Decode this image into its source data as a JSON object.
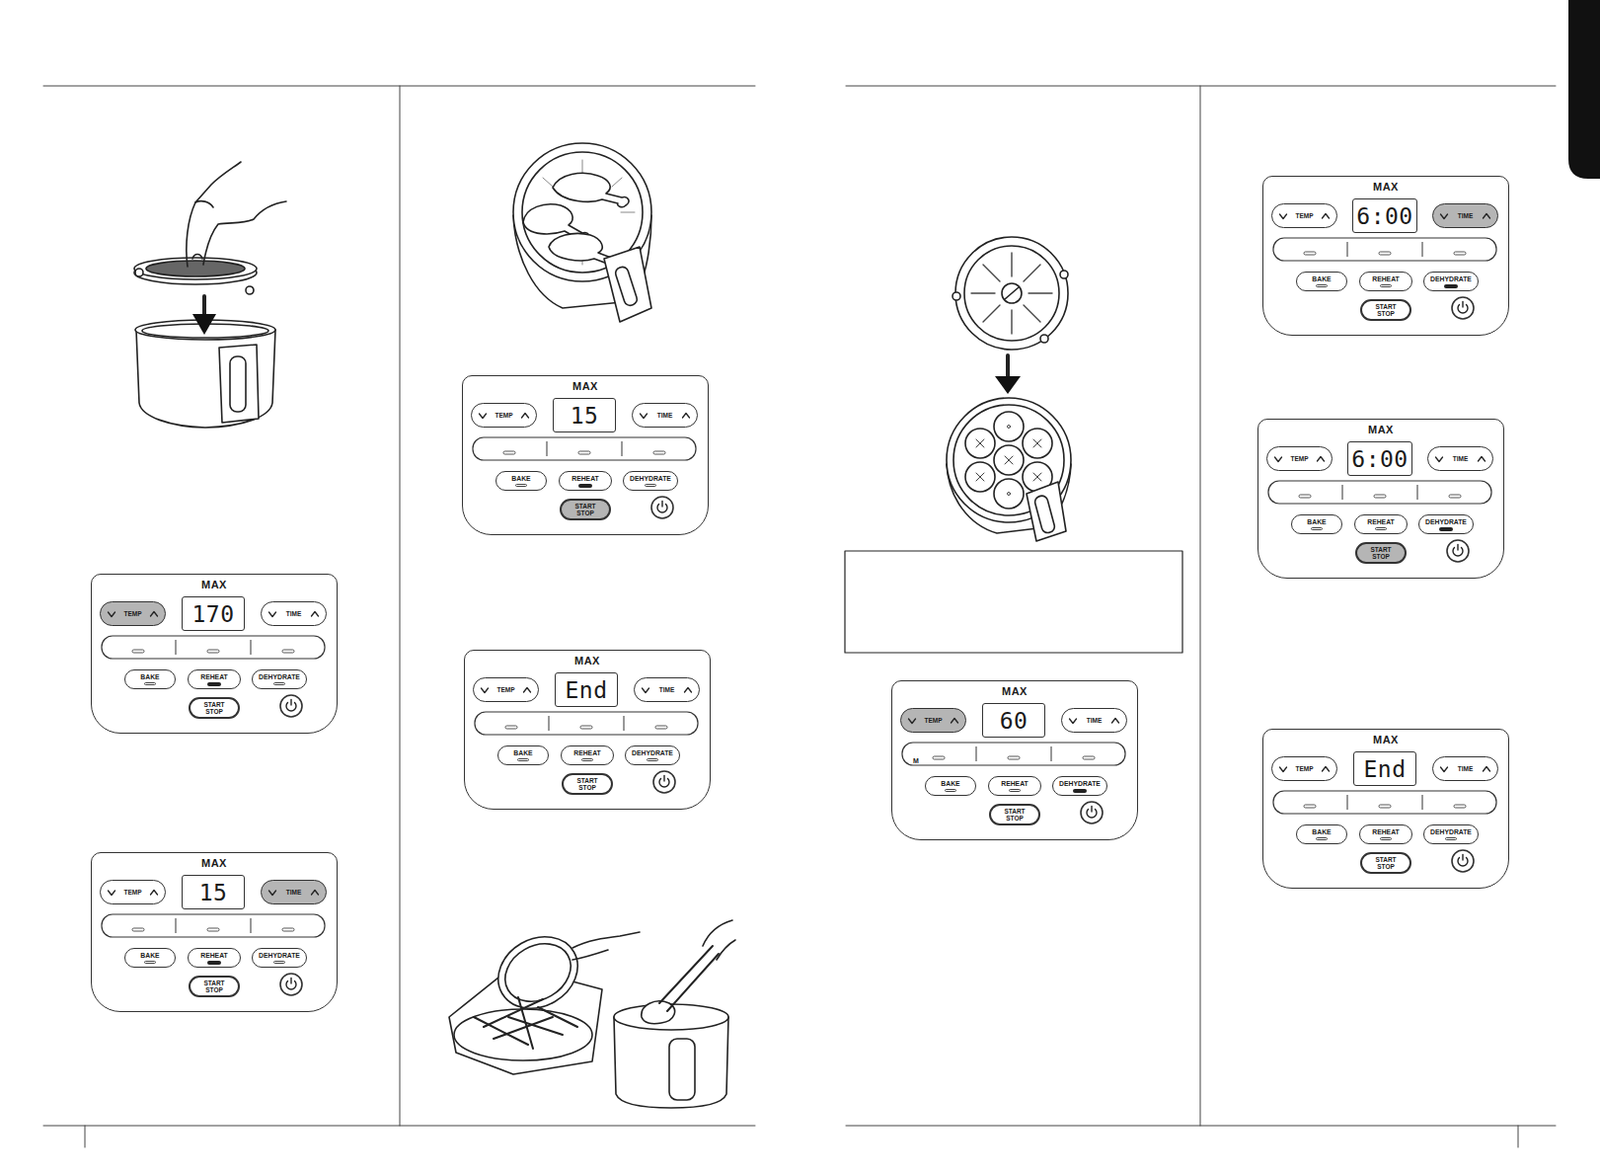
{
  "diagram": {
    "nodes": [
      {
        "text": [
          "MAX"
        ]
      },
      {
        "text": [
          "TEMP"
        ],
        "in": 0
      },
      {
        "text": [
          "170"
        ],
        "in": 0
      },
      {
        "text": [
          "TIME"
        ],
        "in": 0
      },
      {
        "text": [
          "BAKE"
        ],
        "in": 0
      },
      {
        "text": [
          "REHEAT"
        ],
        "in": 0
      },
      {
        "text": [
          "DEHYDRATE"
        ],
        "in": 0
      },
      {
        "text": [
          "START STOP"
        ],
        "in": 0
      },
      {
        "text": [
          "MAX"
        ]
      },
      {
        "text": [
          "TEMP"
        ],
        "in": 8
      },
      {
        "text": [
          "15"
        ],
        "in": 8
      },
      {
        "text": [
          "TIME"
        ],
        "in": 8
      },
      {
        "text": [
          "BAKE"
        ],
        "in": 8
      },
      {
        "text": [
          "REHEAT"
        ],
        "in": 8
      },
      {
        "text": [
          "DEHYDRATE"
        ],
        "in": 8
      },
      {
        "text": [
          "START STOP"
        ],
        "in": 8
      },
      {
        "text": [
          "MAX"
        ]
      },
      {
        "text": [
          "TEMP"
        ],
        "in": 16
      },
      {
        "text": [
          "15"
        ],
        "in": 16
      },
      {
        "text": [
          "TIME"
        ],
        "in": 16
      },
      {
        "text": [
          "BAKE"
        ],
        "in": 16
      },
      {
        "text": [
          "REHEAT"
        ],
        "in": 16
      },
      {
        "text": [
          "DEHYDRATE"
        ],
        "in": 16
      },
      {
        "text": [
          "START STOP"
        ],
        "in": 16
      },
      {
        "text": [
          "MAX"
        ]
      },
      {
        "text": [
          "TEMP"
        ],
        "in": 24
      },
      {
        "text": [
          "End"
        ],
        "in": 24
      },
      {
        "text": [
          "TIME"
        ],
        "in": 24
      },
      {
        "text": [
          "BAKE"
        ],
        "in": 24
      },
      {
        "text": [
          "REHEAT"
        ],
        "in": 24
      },
      {
        "text": [
          "DEHYDRATE"
        ],
        "in": 24
      },
      {
        "text": [
          "START STOP"
        ],
        "in": 24
      },
      {
        "text": [
          "MAX"
        ]
      },
      {
        "text": [
          "TEMP"
        ],
        "in": 32
      },
      {
        "text": [
          "60"
        ],
        "in": 32
      },
      {
        "text": [
          "TIME"
        ],
        "in": 32
      },
      {
        "text": [
          "BAKE"
        ],
        "in": 32
      },
      {
        "text": [
          "REHEAT"
        ],
        "in": 32
      },
      {
        "text": [
          "DEHYDRATE"
        ],
        "in": 32
      },
      {
        "text": [
          "START STOP"
        ],
        "in": 32
      },
      {
        "text": [
          "MAX"
        ]
      },
      {
        "text": [
          "TEMP"
        ],
        "in": 40
      },
      {
        "text": [
          "6:00"
        ],
        "in": 40
      },
      {
        "text": [
          "TIME"
        ],
        "in": 40
      },
      {
        "text": [
          "BAKE"
        ],
        "in": 40
      },
      {
        "text": [
          "REHEAT"
        ],
        "in": 40
      },
      {
        "text": [
          "DEHYDRATE"
        ],
        "in": 40
      },
      {
        "text": [
          "START STOP"
        ],
        "in": 40
      },
      {
        "text": [
          "MAX"
        ]
      },
      {
        "text": [
          "TEMP"
        ],
        "in": 48
      },
      {
        "text": [
          "6:00"
        ],
        "in": 48
      },
      {
        "text": [
          "TIME"
        ],
        "in": 48
      },
      {
        "text": [
          "BAKE"
        ],
        "in": 48
      },
      {
        "text": [
          "REHEAT"
        ],
        "in": 48
      },
      {
        "text": [
          "DEHYDRATE"
        ],
        "in": 48
      },
      {
        "text": [
          "START STOP"
        ],
        "in": 48
      },
      {
        "text": [
          "MAX"
        ]
      },
      {
        "text": [
          "TEMP"
        ],
        "in": 56
      },
      {
        "text": [
          "End"
        ],
        "in": 56
      },
      {
        "text": [
          "TIME"
        ],
        "in": 56
      },
      {
        "text": [
          "BAKE"
        ],
        "in": 56
      },
      {
        "text": [
          "REHEAT"
        ],
        "in": 56
      },
      {
        "text": [
          "DEHYDRATE"
        ],
        "in": 56
      },
      {
        "text": [
          "START STOP"
        ],
        "in": 56
      }
    ],
    "labels": [
      "M"
    ]
  }
}
